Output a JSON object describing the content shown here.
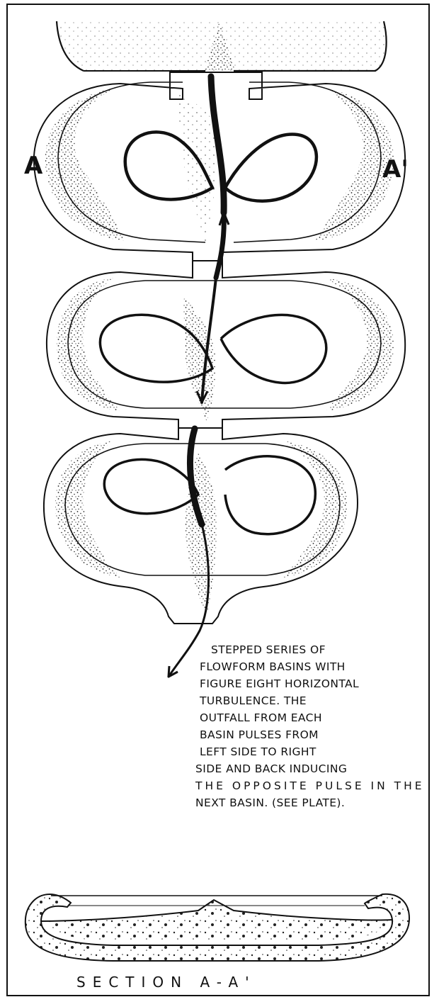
{
  "labels": {
    "section_left": "A",
    "section_right": "A'",
    "caption": "SECTION  A-A'"
  },
  "note_lines": [
    "STEPPED SERIES OF",
    "FLOWFORM BASINS WITH",
    "FIGURE EIGHT HORIZONTAL",
    "TURBULENCE. THE",
    "OUTFALL FROM EACH",
    "BASIN PULSES FROM",
    "LEFT SIDE TO RIGHT",
    "SIDE AND BACK INDUCING",
    "THE OPPOSITE PULSE IN THE",
    "NEXT BASIN. (SEE PLATE)."
  ]
}
